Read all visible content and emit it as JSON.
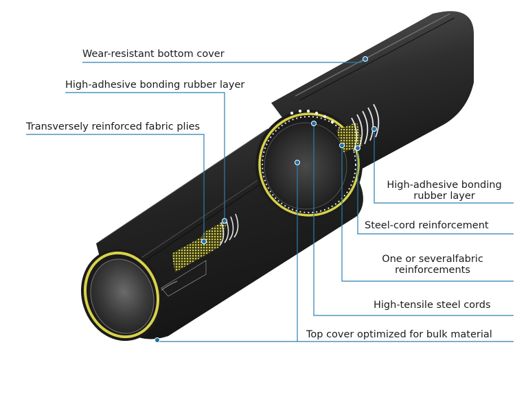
{
  "diagram": {
    "labels": {
      "wear_resistant_bottom_cover": "Wear-resistant bottom cover",
      "high_adhesive_bonding_left": "High-adhesive bonding rubber layer",
      "transversely_reinforced_fabric": "Transversely reinforced fabric plies",
      "high_adhesive_bonding_right_line1": "High-adhesive bonding",
      "high_adhesive_bonding_right_line2": "rubber layer",
      "steel_cord_reinforcement": "Steel-cord reinforcement",
      "fabric_reinforcements_line1": "One or severalfabric",
      "fabric_reinforcements_line2": "reinforcements",
      "high_tensile_steel_cords": "High-tensile steel cords",
      "top_cover": "Top cover optimized for bulk material"
    },
    "colors": {
      "belt_rubber": "#2b2b2b",
      "fabric_yellow": "#d8d24a",
      "leader_line": "#2b7fb0",
      "marker": "#1f6fa5"
    }
  }
}
